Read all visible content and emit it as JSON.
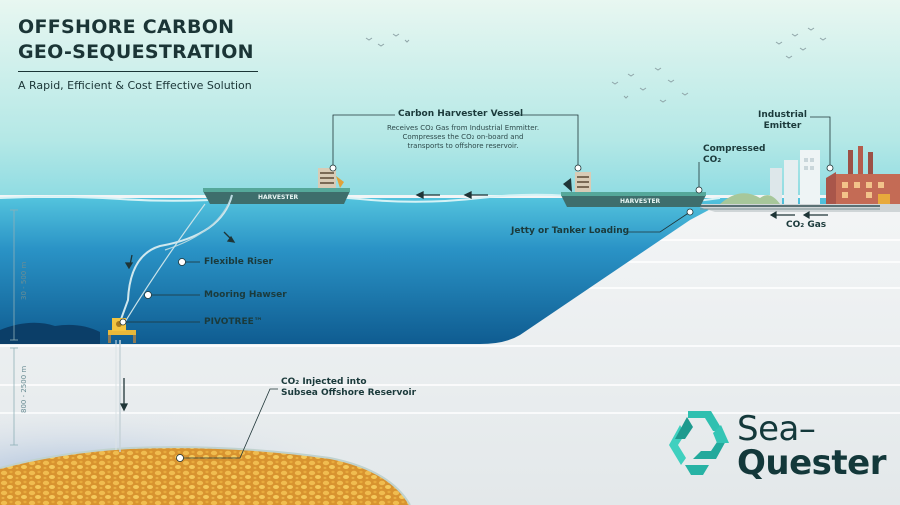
{
  "header": {
    "title_line1": "OFFSHORE CARBON",
    "title_line2": "GEO-SEQUESTRATION",
    "subtitle": "A Rapid, Efficient & Cost Effective Solution"
  },
  "labels": {
    "vessel_title": "Carbon Harvester Vessel",
    "vessel_desc_line1": "Receives CO₂ Gas from Industrial Emmitter.",
    "vessel_desc_line2": "Compresses the CO₂ on-board and",
    "vessel_desc_line3": "transports to offshore reservoir.",
    "industrial_line1": "Industrial",
    "industrial_line2": "Emitter",
    "compressed_line1": "Compressed",
    "compressed_line2": "CO₂",
    "jetty": "Jetty or Tanker Loading",
    "co2_gas": "CO₂ Gas",
    "flexible_riser": "Flexible Riser",
    "mooring_hawser": "Mooring Hawser",
    "pivotree": "PIVOTREE™",
    "injected_line1": "CO₂ Injected into",
    "injected_line2": "Subsea Offshore Reservoir"
  },
  "depths": {
    "shallow": "30 - 500 m",
    "deep": "800 - 2500 m"
  },
  "vessels": {
    "name": "HARVESTER"
  },
  "logo": {
    "word1": "Sea–",
    "word2": "Quester"
  },
  "colors": {
    "sky_top": "#e6f6f0",
    "sky_bottom": "#7fd6df",
    "ocean_surface": "#3eb3d3",
    "ocean_deep": "#0e5a8f",
    "seabed": "#eef1f2",
    "hull": "#3e6e6c",
    "deck": "#55a89a",
    "brand_teal": "#2fc0b0",
    "reservoir_rock": "#e2a53a",
    "text_dark": "#1b3536"
  }
}
